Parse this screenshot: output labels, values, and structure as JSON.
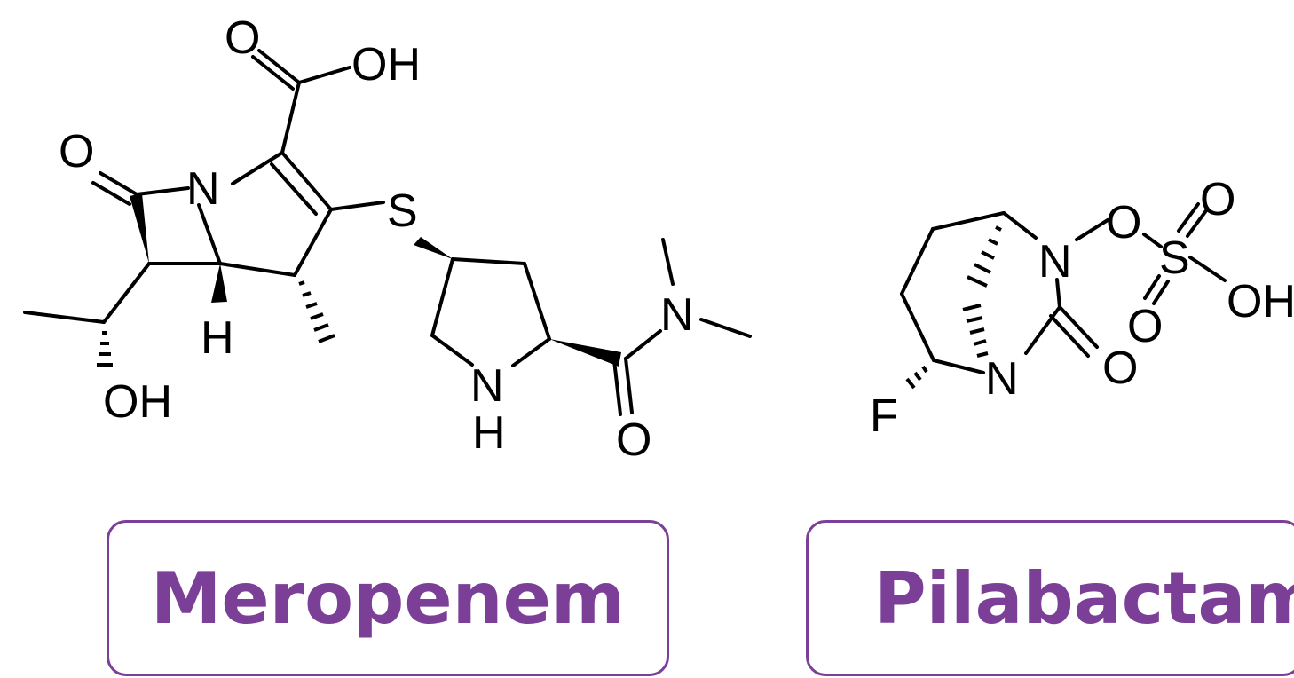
{
  "molecules": [
    {
      "name": "Meropenem",
      "atoms": {
        "o_acid": "O",
        "oh_acid": "OH",
        "o_lactam": "O",
        "n_ring": "N",
        "s": "S",
        "h": "H",
        "oh_side": "OH",
        "n_amide": "N",
        "nh_n": "N",
        "nh_h": "H",
        "o_amide": "O"
      }
    },
    {
      "name": "Pilabactam",
      "atoms": {
        "n_top": "N",
        "o_link": "O",
        "s": "S",
        "o_top": "O",
        "o_bottom": "O",
        "oh": "OH",
        "o_carbonyl": "O",
        "n_bottom": "N",
        "f": "F"
      }
    }
  ],
  "colors": {
    "accent": "#7b3f98",
    "bond": "#000000"
  }
}
